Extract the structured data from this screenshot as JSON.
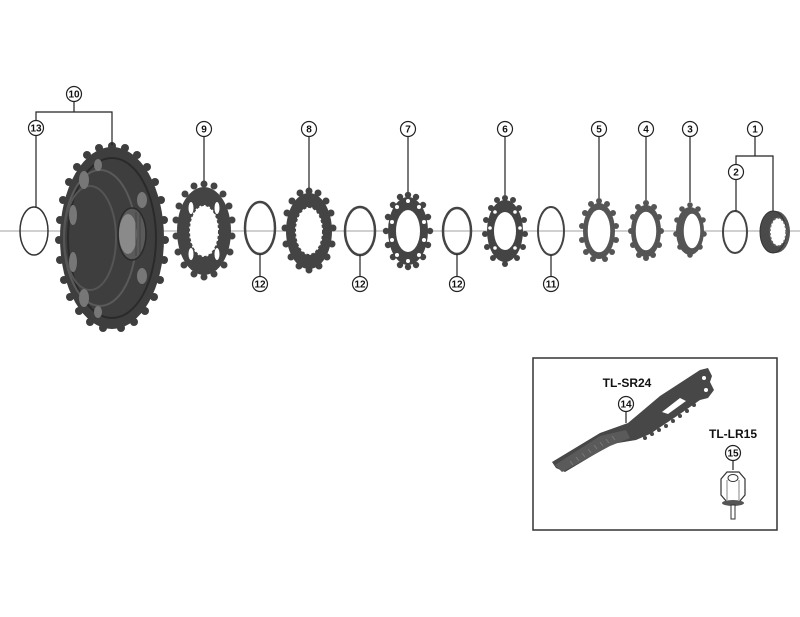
{
  "diagram": {
    "type": "exploded-parts-diagram",
    "subject": "bicycle cassette sprocket assembly",
    "callouts": [
      {
        "id": "c1",
        "number": "1"
      },
      {
        "id": "c2",
        "number": "2"
      },
      {
        "id": "c3",
        "number": "3"
      },
      {
        "id": "c4",
        "number": "4"
      },
      {
        "id": "c5",
        "number": "5"
      },
      {
        "id": "c6",
        "number": "6"
      },
      {
        "id": "c7",
        "number": "7"
      },
      {
        "id": "c8",
        "number": "8"
      },
      {
        "id": "c9",
        "number": "9"
      },
      {
        "id": "c10",
        "number": "10"
      },
      {
        "id": "c11",
        "number": "11"
      },
      {
        "id": "c12a",
        "number": "12"
      },
      {
        "id": "c12b",
        "number": "12"
      },
      {
        "id": "c12c",
        "number": "12"
      },
      {
        "id": "c13",
        "number": "13"
      },
      {
        "id": "c14",
        "number": "14"
      },
      {
        "id": "c15",
        "number": "15"
      }
    ],
    "tools": {
      "tool_a": {
        "label": "TL-SR24",
        "callout": "14"
      },
      "tool_b": {
        "label": "TL-LR15",
        "callout": "15"
      }
    },
    "colors": {
      "part_fill": "#4a4a4a",
      "part_dark": "#333333",
      "axis_line": "#9a9a9a",
      "leader_line": "#222222",
      "box_border": "#333333"
    }
  }
}
